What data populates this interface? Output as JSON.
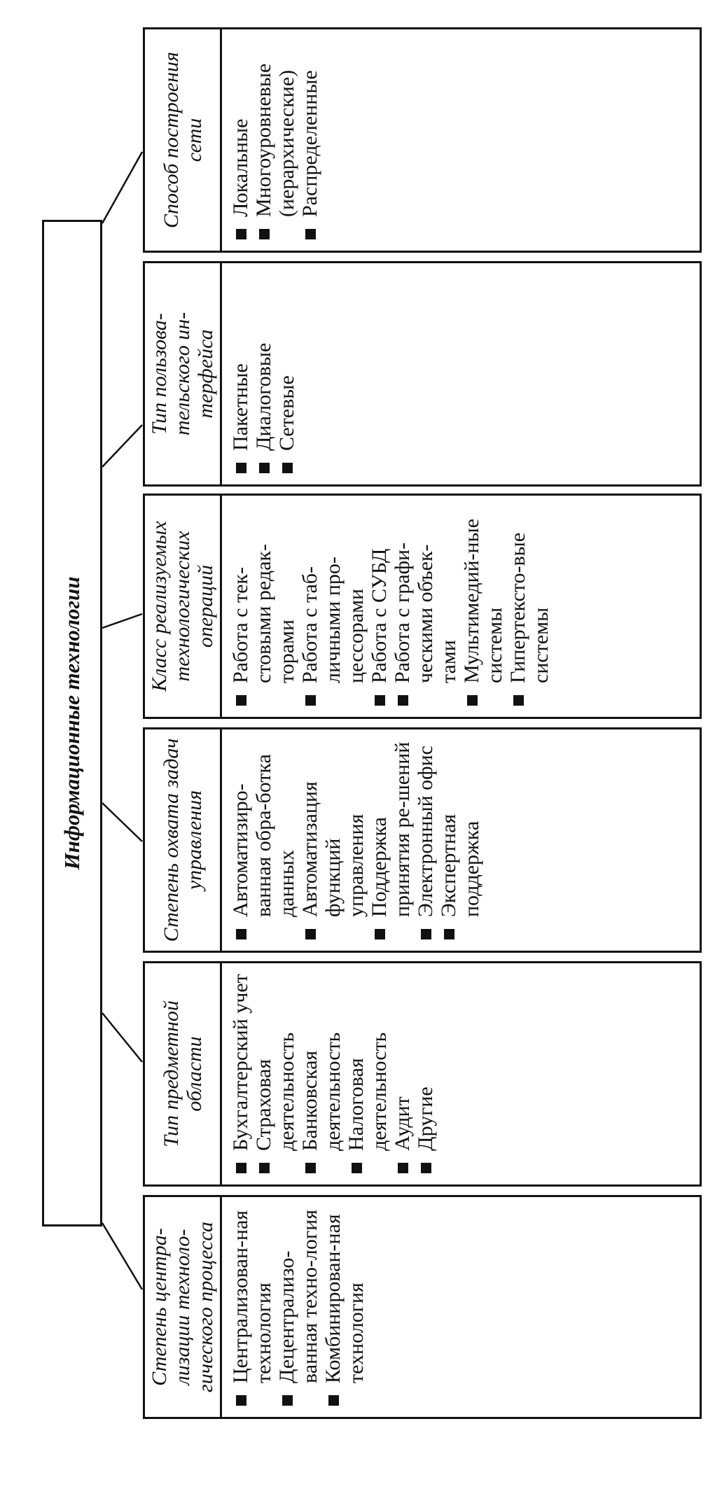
{
  "title": "Информационные технологии",
  "categories": [
    {
      "header": "Степень центра-лизации техноло-гического процесса",
      "items": [
        "Централизован-ная технология",
        "Децентрализо-ванная техно-логия",
        "Комбинирован-ная технология"
      ]
    },
    {
      "header": "Тип предметной области",
      "items": [
        "Бухгалтерский учет",
        "Страховая деятельность",
        "Банковская деятельность",
        "Налоговая деятельность",
        "Аудит",
        "Другие"
      ]
    },
    {
      "header": "Степень охвата задач управления",
      "items": [
        "Автоматизиро-ванная обра-ботка данных",
        "Автоматизация функций управления",
        "Поддержка принятия ре-шений",
        "Электронный офис",
        "Экспертная поддержка"
      ]
    },
    {
      "header": "Класс реализуемых технологических операций",
      "items": [
        "Работа с тек-стовыми редак-торами",
        "Работа с таб-личными про-цессорами",
        "Работа с СУБД",
        "Работа с графи-ческими объек-тами",
        "Мультимедий-ные системы",
        "Гипертексто-вые системы"
      ]
    },
    {
      "header": "Тип пользова-тельского ин-терфейса",
      "items": [
        "Пакетные",
        "Диалоговые",
        "Сетевые"
      ]
    },
    {
      "header": "Способ построения сети",
      "items": [
        "Локальные",
        "Многоуровневые (иерархические)",
        "Распределенные"
      ]
    }
  ]
}
